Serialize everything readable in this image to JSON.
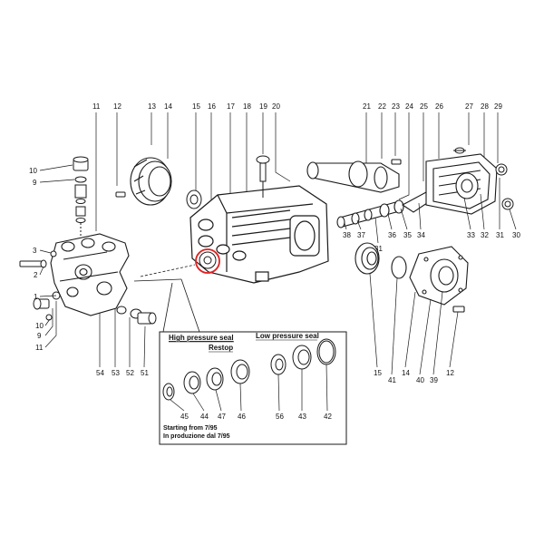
{
  "diagram": {
    "callouts": {
      "c11": "11",
      "c12": "12",
      "c13": "13",
      "c14": "14",
      "c15": "15",
      "c16": "16",
      "c17": "17",
      "c18": "18",
      "c19": "19",
      "c20": "20",
      "c21": "21",
      "c22": "22",
      "c23": "23",
      "c24": "24",
      "c25": "25",
      "c26": "26",
      "c27": "27",
      "c28": "28",
      "c29": "29",
      "l10": "10",
      "l9": "9",
      "l3": "3",
      "l2": "2",
      "l1": "1",
      "l9b": "9",
      "l10b": "10",
      "l11b": "11",
      "b54": "54",
      "b53": "53",
      "b52": "52",
      "b51": "51",
      "r38": "38",
      "r37": "37",
      "r31a": "31",
      "r36": "36",
      "r35": "35",
      "r34": "34",
      "r33": "33",
      "r32": "32",
      "r31b": "31",
      "r30": "30",
      "b15": "15",
      "b41": "41",
      "b14": "14",
      "b40": "40",
      "b39": "39",
      "b12": "12",
      "i45": "45",
      "i44": "44",
      "i47": "47",
      "i46": "46",
      "i56": "56",
      "i43": "43",
      "i42": "42"
    },
    "inset": {
      "high_pressure_seal": "High pressure seal",
      "restop": "Restop",
      "low_pressure_seal": "Low pressure seal",
      "note_line1": "Starting from 7/95",
      "note_line2": "In produzione dal 7/95"
    },
    "highlight_color": "#e02020",
    "line_color": "#1a1a1a"
  }
}
